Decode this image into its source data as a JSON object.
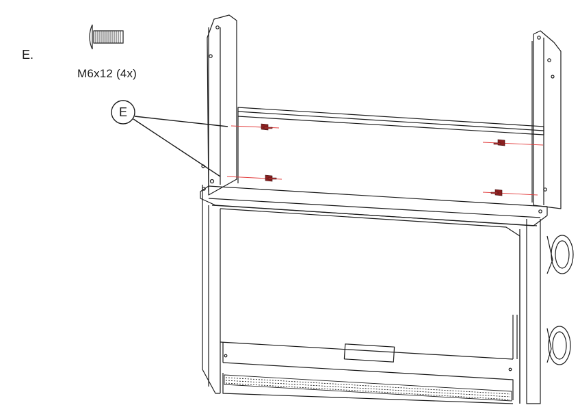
{
  "step": {
    "label": "E."
  },
  "hardware": {
    "caption": "M6x12 (4x)",
    "callout": "E",
    "quantity": 4,
    "icon": "screw-icon"
  },
  "colors": {
    "line": "#1a1a1a",
    "guide": "#e23c3c",
    "screw": "#8a1f1f",
    "background": "#ffffff"
  }
}
